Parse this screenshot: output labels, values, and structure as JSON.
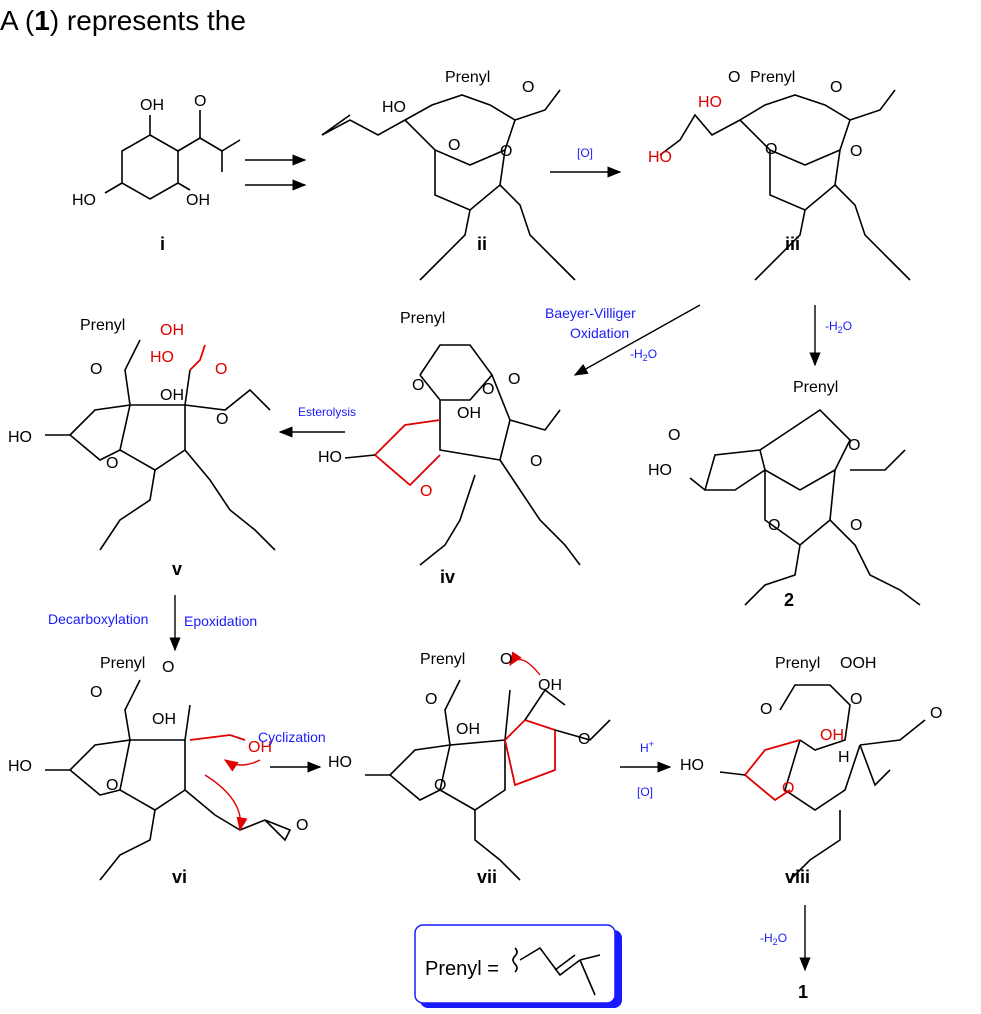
{
  "title": {
    "prefix": "A (",
    "bold": "1",
    "suffix": ") represents the"
  },
  "compounds": {
    "i": {
      "label": "i",
      "atoms": [
        "OH",
        "O",
        "HO",
        "OH"
      ]
    },
    "ii": {
      "label": "ii",
      "atoms": [
        "Prenyl",
        "HO",
        "O",
        "O",
        "O"
      ]
    },
    "iii": {
      "label": "iii",
      "atoms": [
        "Prenyl",
        "HO",
        "HO",
        "O",
        "O",
        "O",
        "O"
      ]
    },
    "iv": {
      "label": "iv",
      "atoms": [
        "Prenyl",
        "O",
        "O",
        "O",
        "OH",
        "HO",
        "O",
        "O"
      ]
    },
    "v": {
      "label": "v",
      "atoms": [
        "Prenyl",
        "OH",
        "O",
        "HO",
        "O",
        "OH",
        "HO",
        "O",
        "O"
      ]
    },
    "two": {
      "label": "2",
      "atoms": [
        "Prenyl",
        "HO",
        "O",
        "O",
        "O",
        "O"
      ]
    },
    "vi": {
      "label": "vi",
      "atoms": [
        "Prenyl",
        "O",
        "O",
        "OH",
        "OH",
        "HO",
        "O",
        "O"
      ]
    },
    "vii": {
      "label": "vii",
      "atoms": [
        "Prenyl",
        "O",
        "O",
        "OH",
        "OH",
        "HO",
        "O",
        "O"
      ]
    },
    "viii": {
      "label": "viii",
      "atoms": [
        "Prenyl",
        "OOH",
        "O",
        "O",
        "O",
        "OH",
        "H",
        "HO",
        "O"
      ]
    },
    "one": {
      "label": "1"
    }
  },
  "conditions": {
    "oxidation1": "[O]",
    "bv_line1": "Baeyer-Villiger",
    "bv_line2": "Oxidation",
    "bv_water": "-H",
    "bv_water_sub": "2",
    "bv_water_end": "O",
    "iii_to_2_water": "-H",
    "iii_to_2_sub": "2",
    "iii_to_2_end": "O",
    "esterolysis": "Esterolysis",
    "decarboxylation": "Decarboxylation",
    "epoxidation": "Epoxidation",
    "cyclization": "Cyclization",
    "acid": "H",
    "acid_sup": "+",
    "oxidation2": "[O]",
    "final_water": "-H",
    "final_water_sub": "2",
    "final_water_end": "O"
  },
  "legend": {
    "text": "Prenyl ="
  },
  "colors": {
    "red": "#e00000",
    "blue": "#1a1aff"
  }
}
